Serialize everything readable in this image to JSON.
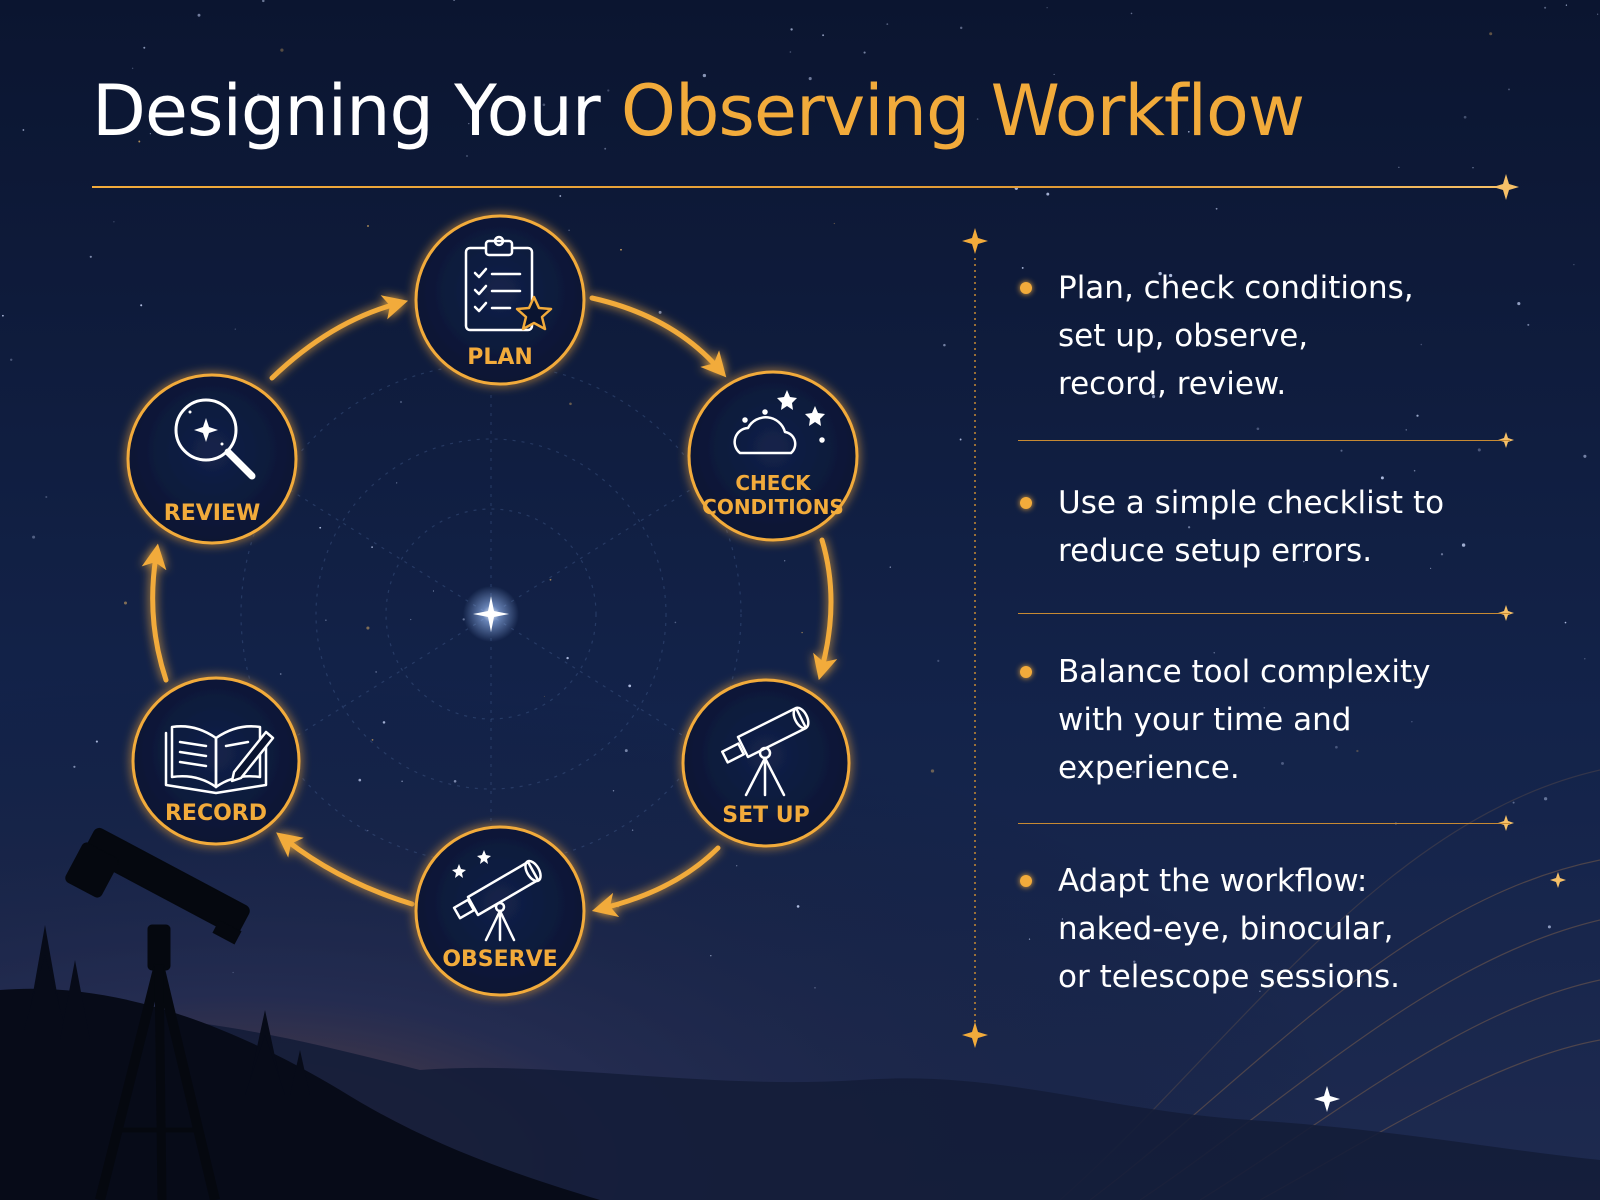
{
  "title": {
    "main": "Designing Your ",
    "accent": "Observing Workflow"
  },
  "cycle": [
    {
      "id": "plan",
      "label": "PLAN",
      "icon": "clipboard-checklist-star-icon"
    },
    {
      "id": "check",
      "label_line1": "CHECK",
      "label_line2": "CONDITIONS",
      "icon": "cloud-stars-icon"
    },
    {
      "id": "setup",
      "label": "SET UP",
      "icon": "telescope-tripod-icon"
    },
    {
      "id": "observe",
      "label": "OBSERVE",
      "icon": "telescope-stars-icon"
    },
    {
      "id": "record",
      "label": "RECORD",
      "icon": "open-book-pencil-icon"
    },
    {
      "id": "review",
      "label": "REVIEW",
      "icon": "magnifier-star-icon"
    }
  ],
  "bullets": [
    {
      "line1": "Plan, check conditions,",
      "line2": "set up, observe,",
      "line3": "record, review."
    },
    {
      "line1": "Use a simple checklist to",
      "line2": "reduce setup errors."
    },
    {
      "line1": "Balance tool complexity",
      "line2": "with your time and",
      "line3": "experience."
    },
    {
      "line1": "Adapt the workflow:",
      "line2": "naked-eye, binocular,",
      "line3": "or telescope sessions."
    }
  ],
  "colors": {
    "accent": "#f2ab3b",
    "background": "#0b1630",
    "text": "#ffffff"
  }
}
